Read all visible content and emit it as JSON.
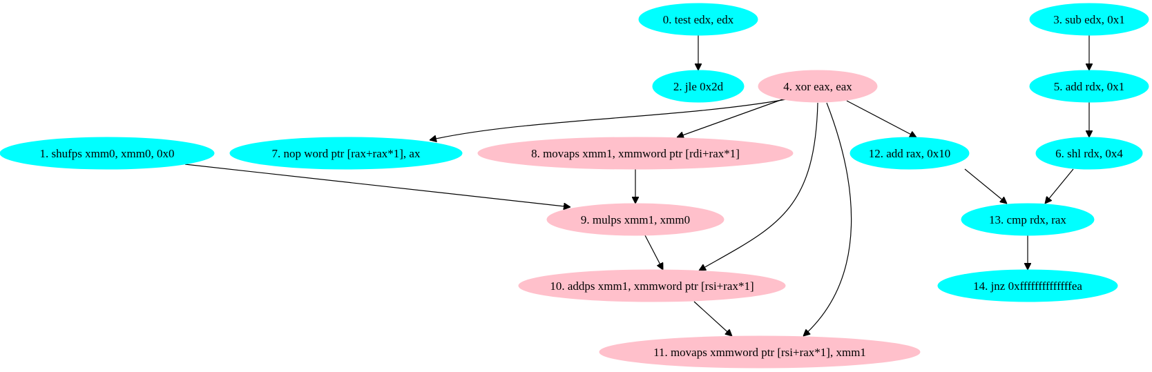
{
  "graph": {
    "colors": {
      "cyan": "#00ffff",
      "pink": "#ffc0cb",
      "edge": "#000000"
    },
    "nodes": [
      {
        "id": "n0",
        "label": "0. test edx, edx",
        "color": "cyan"
      },
      {
        "id": "n1",
        "label": "1. shufps xmm0, xmm0, 0x0",
        "color": "cyan"
      },
      {
        "id": "n2",
        "label": "2. jle 0x2d",
        "color": "cyan"
      },
      {
        "id": "n3",
        "label": "3. sub edx, 0x1",
        "color": "cyan"
      },
      {
        "id": "n4",
        "label": "4. xor eax, eax",
        "color": "pink"
      },
      {
        "id": "n5",
        "label": "5. add rdx, 0x1",
        "color": "cyan"
      },
      {
        "id": "n6",
        "label": "6. shl rdx, 0x4",
        "color": "cyan"
      },
      {
        "id": "n7",
        "label": "7. nop word ptr [rax+rax*1], ax",
        "color": "cyan"
      },
      {
        "id": "n8",
        "label": "8. movaps xmm1, xmmword ptr [rdi+rax*1]",
        "color": "pink"
      },
      {
        "id": "n9",
        "label": "9. mulps xmm1, xmm0",
        "color": "pink"
      },
      {
        "id": "n10",
        "label": "10. addps xmm1, xmmword ptr [rsi+rax*1]",
        "color": "pink"
      },
      {
        "id": "n11",
        "label": "11. movaps xmmword ptr [rsi+rax*1], xmm1",
        "color": "pink"
      },
      {
        "id": "n12",
        "label": "12. add rax, 0x10",
        "color": "cyan"
      },
      {
        "id": "n13",
        "label": "13. cmp rdx, rax",
        "color": "cyan"
      },
      {
        "id": "n14",
        "label": "14. jnz 0xffffffffffffffea",
        "color": "cyan"
      }
    ],
    "edges": [
      {
        "from": "n0",
        "to": "n2"
      },
      {
        "from": "n3",
        "to": "n5"
      },
      {
        "from": "n5",
        "to": "n6"
      },
      {
        "from": "n4",
        "to": "n7"
      },
      {
        "from": "n4",
        "to": "n8"
      },
      {
        "from": "n4",
        "to": "n12"
      },
      {
        "from": "n4",
        "to": "n10"
      },
      {
        "from": "n4",
        "to": "n11"
      },
      {
        "from": "n1",
        "to": "n9"
      },
      {
        "from": "n8",
        "to": "n9"
      },
      {
        "from": "n9",
        "to": "n10"
      },
      {
        "from": "n10",
        "to": "n11"
      },
      {
        "from": "n12",
        "to": "n13"
      },
      {
        "from": "n6",
        "to": "n13"
      },
      {
        "from": "n13",
        "to": "n14"
      }
    ]
  }
}
